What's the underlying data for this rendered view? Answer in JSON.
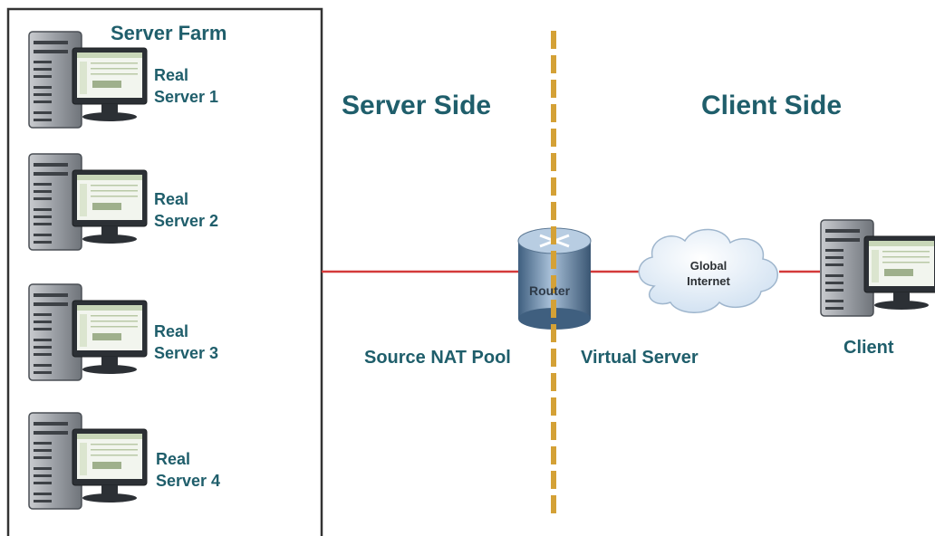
{
  "server_farm": {
    "title": "Server Farm",
    "servers": [
      {
        "line1": "Real",
        "line2": "Server 1"
      },
      {
        "line1": "Real",
        "line2": "Server 2"
      },
      {
        "line1": "Real",
        "line2": "Server 3"
      },
      {
        "line1": "Real",
        "line2": "Server 4"
      }
    ]
  },
  "sides": {
    "server": "Server Side",
    "client": "Client Side"
  },
  "labels": {
    "source_nat_pool": "Source NAT Pool",
    "virtual_server": "Virtual Server",
    "router": "Router",
    "cloud_line1": "Global",
    "cloud_line2": "Internet",
    "client": "Client"
  },
  "colors": {
    "label_text": "#1f5e6b",
    "link_line": "#d43a3a",
    "boundary_dash": "#d4a136",
    "frame": "#333333"
  }
}
